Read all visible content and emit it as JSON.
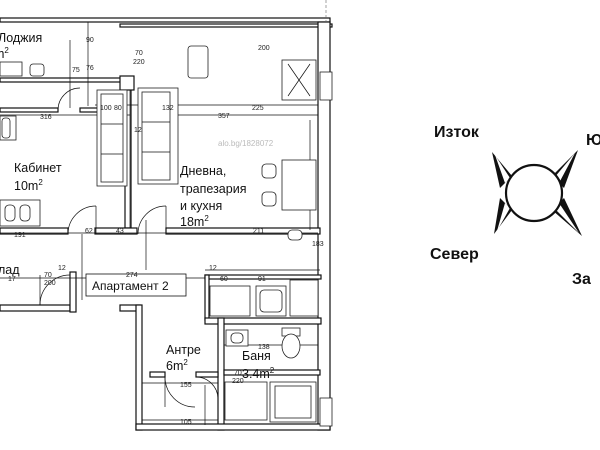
{
  "rooms": {
    "loggia": "Лоджия",
    "loggia_area": "m",
    "cabinet": "Кабинет",
    "cabinet_area": "10m",
    "living_1": "Дневна,",
    "living_2": "трапезария",
    "living_3": "и кухня",
    "living_area": "18m",
    "closet": "лад",
    "entry": "Антре",
    "entry_area": "6m",
    "bath": "Баня",
    "bath_area": "3.4m",
    "sup": "2"
  },
  "apartment_label": "Апартамент 2",
  "watermark": "alo.bg/1828072",
  "dimensions": {
    "d1": "70",
    "d2": "220",
    "d3": "132",
    "d4": "357",
    "d5": "225",
    "d6": "316",
    "d7": "191",
    "d8": "43",
    "d9": "274",
    "d10": "70",
    "d11": "200",
    "d12": "60",
    "d13": "91",
    "d14": "138",
    "d15": "155",
    "d16": "105",
    "d17": "12",
    "d18": "62",
    "d19": "211",
    "d20": "80",
    "d21": "17",
    "d22": "200",
    "d23": "75",
    "d24": "100",
    "d25": "70",
    "d26": "220",
    "d27": "90",
    "d28": "76",
    "d29": "183",
    "d30": "12",
    "d31": "12"
  },
  "compass": {
    "east": "Изток",
    "south_partial": "Ю",
    "north": "Север",
    "west_partial": "За"
  },
  "colors": {
    "line": "#111111",
    "watermark": "#bbbbbb",
    "background": "#ffffff"
  }
}
